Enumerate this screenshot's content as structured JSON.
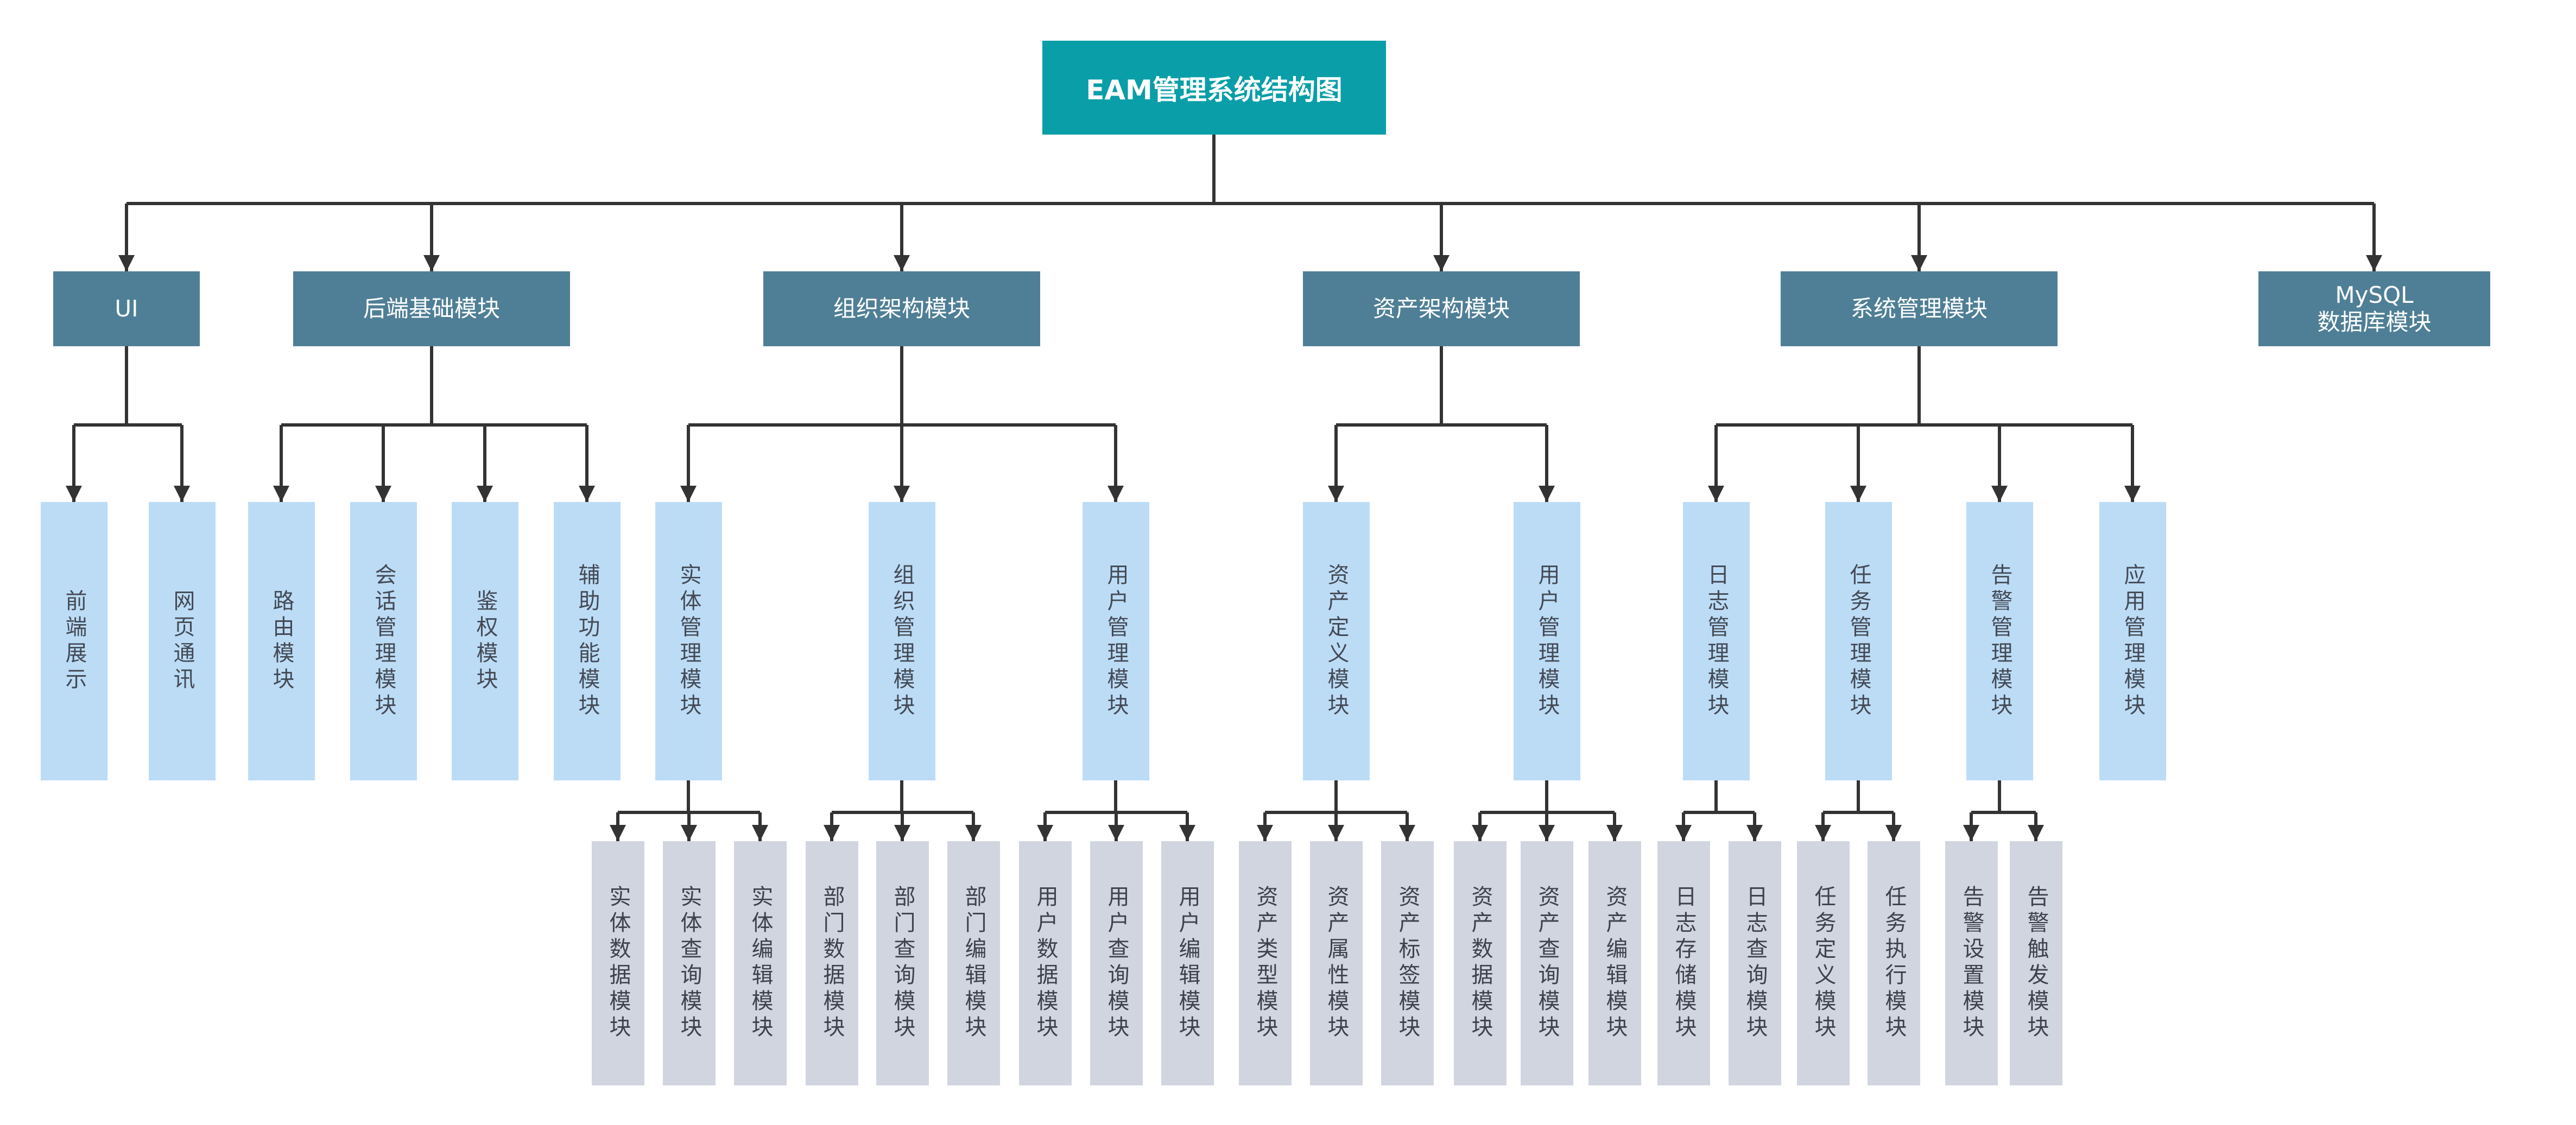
{
  "root": "EAM管理系统结构图",
  "level1": [
    "UI",
    "后端基础模块",
    "组织架构模块",
    "资产架构模块",
    "系统管理模块",
    "MySQL\n数据库模块"
  ],
  "level2": {
    "ui": [
      "前端展示",
      "网页通讯"
    ],
    "backend": [
      "路由模块",
      "会话管理模块",
      "鉴权模块",
      "辅助功能模块"
    ],
    "org": [
      "实体管理模块",
      "组织管理模块",
      "用户管理模块"
    ],
    "asset": [
      "资产定义模块",
      "用户管理模块"
    ],
    "system": [
      "日志管理模块",
      "任务管理模块",
      "告警管理模块",
      "应用管理模块"
    ]
  },
  "level3": {
    "entity": [
      "实体数据模块",
      "实体查询模块",
      "实体编辑模块"
    ],
    "dept": [
      "部门数据模块",
      "部门查询模块",
      "部门编辑模块"
    ],
    "org_user": [
      "用户数据模块",
      "用户查询模块",
      "用户编辑模块"
    ],
    "asset_def": [
      "资产类型模块",
      "资产属性模块",
      "资产标签模块"
    ],
    "asset_user": [
      "资产数据模块",
      "资产查询模块",
      "资产编辑模块"
    ],
    "log": [
      "日志存储模块",
      "日志查询模块"
    ],
    "task": [
      "任务定义模块",
      "任务执行模块"
    ],
    "alarm": [
      "告警设置模块",
      "告警触发模块"
    ]
  },
  "colors": {
    "root": "#0a9ea8",
    "level1": "#4f7f96",
    "level2": "#bcdcf6",
    "level3": "#d0d5df",
    "connector": "#333333"
  }
}
